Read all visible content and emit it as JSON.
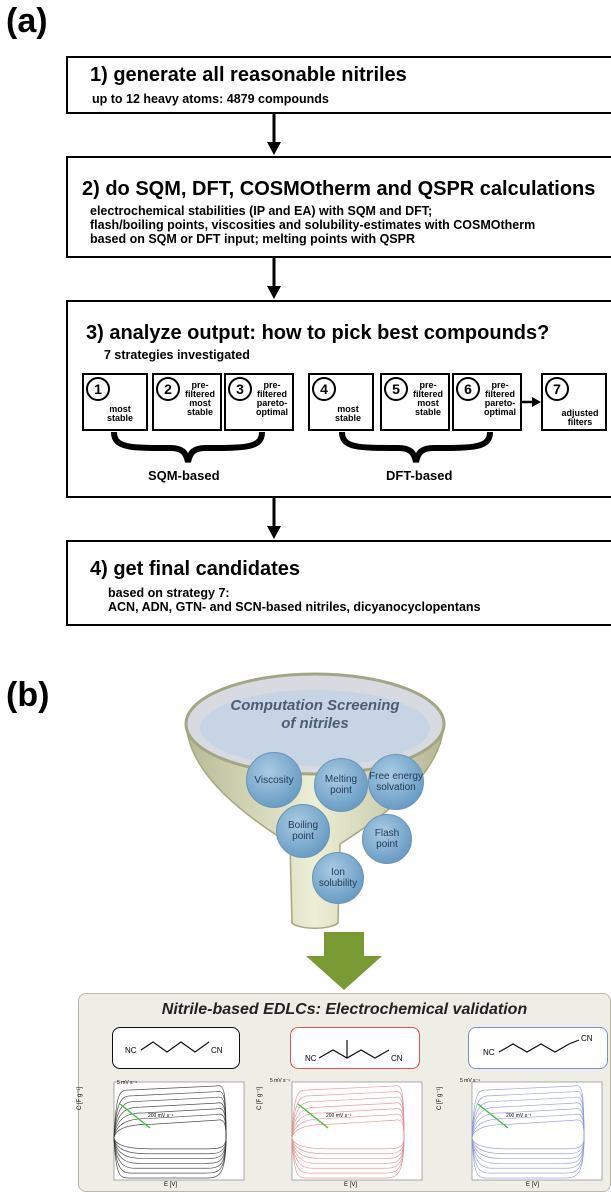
{
  "panel_a": {
    "label": "(a)",
    "step1": {
      "title": "1) generate all reasonable nitriles",
      "lines": [
        "up to 12 heavy atoms: 4879 compounds"
      ]
    },
    "step2": {
      "title": "2) do SQM, DFT, COSMOtherm and QSPR calculations",
      "lines": [
        "electrochemical stabilities (IP and EA) with SQM and DFT;",
        "flash/boiling points, viscosities and solubility-estimates with COSMOtherm",
        "based on SQM or DFT input; melting points with QSPR"
      ]
    },
    "step3": {
      "title": "3) analyze output: how to pick best compounds?",
      "subtitle": "7 strategies investigated",
      "strategies": [
        {
          "num": "1",
          "text": "most\nstable"
        },
        {
          "num": "2",
          "text": "pre-\nfiltered\nmost\nstable"
        },
        {
          "num": "3",
          "text": "pre-\nfiltered\npareto-\noptimal"
        },
        {
          "num": "4",
          "text": "most\nstable"
        },
        {
          "num": "5",
          "text": "pre-\nfiltered\nmost\nstable"
        },
        {
          "num": "6",
          "text": "pre-\nfiltered\npareto-\noptimal"
        },
        {
          "num": "7",
          "text": "adjusted\nfilters"
        }
      ],
      "group_sqm": "SQM-based",
      "group_dft": "DFT-based"
    },
    "step4": {
      "title": "4) get final candidates",
      "lines": [
        "based on strategy 7:",
        "ACN, ADN, GTN- and SCN-based nitriles, dicyanocyclopentans"
      ]
    }
  },
  "panel_b": {
    "label": "(b)",
    "funnel_title": "Computation Screening\nof nitriles",
    "bubbles": [
      "Viscosity",
      "Melting\npoint",
      "Free energy\nsolvation",
      "Boiling\npoint",
      "Flash\npoint",
      "Ion\nsolubility"
    ],
    "validation_title": "Nitrile-based EDLCs: Electrochemical validation",
    "molecules": [
      {
        "left": "NC",
        "right": "CN",
        "color": "#111111"
      },
      {
        "left": "NC",
        "right": "CN",
        "color": "#e0524f"
      },
      {
        "left": "NC",
        "right": "CN",
        "color": "#7f8fd6"
      }
    ],
    "plot_labels": {
      "ylabel": "C [F g⁻¹]",
      "xlabel": "E [V]",
      "rate_low": "5 mV s⁻¹",
      "rate_high": "200 mV s⁻¹"
    },
    "colors": {
      "funnel": "#c9cba7",
      "arrow": "#7a9a34",
      "plot1": "#333333",
      "plot2": "#e88b8b",
      "plot3": "#8b95dd"
    }
  }
}
